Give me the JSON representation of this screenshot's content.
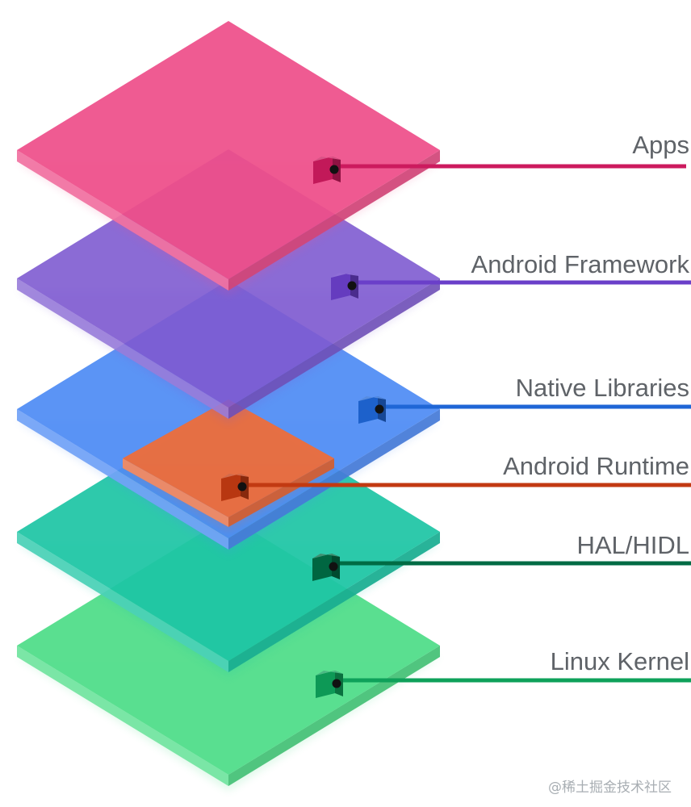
{
  "diagram": {
    "layers": [
      {
        "label": "Apps",
        "color": "#ee4f8a",
        "line_color": "#cc1a5e"
      },
      {
        "label": "Android Framework",
        "color": "#7e5bd0",
        "line_color": "#6a3fc9"
      },
      {
        "label": "Native Libraries",
        "color": "#4f8cf4",
        "line_color": "#1f66d6"
      },
      {
        "label": "Android Runtime",
        "color": "#ea6d3e",
        "line_color": "#c23a12"
      },
      {
        "label": "HAL/HIDL",
        "color": "#1ec5a5",
        "line_color": "#006b44"
      },
      {
        "label": "Linux Kernel",
        "color": "#55de8c",
        "line_color": "#0ea15a"
      }
    ]
  },
  "watermark": "@稀土掘金技术社区"
}
